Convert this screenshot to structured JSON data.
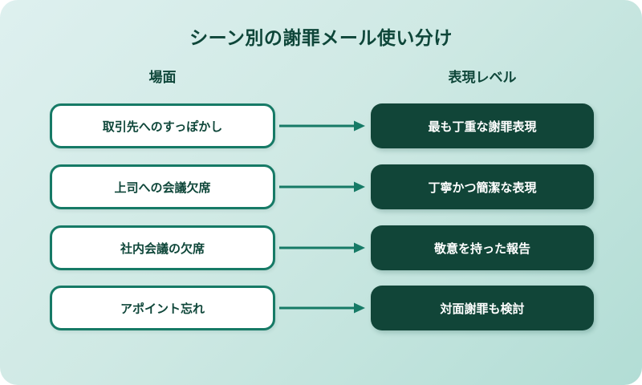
{
  "page": {
    "title": "シーン別の謝罪メール使い分け"
  },
  "columns": {
    "scene_header": "場面",
    "level_header": "表現レベル"
  },
  "rows": [
    {
      "scene": "取引先へのすっぽかし",
      "level": "最も丁重な謝罪表現"
    },
    {
      "scene": "上司への会議欠席",
      "level": "丁寧かつ簡潔な表現"
    },
    {
      "scene": "社内会議の欠席",
      "level": "敬意を持った報告"
    },
    {
      "scene": "アポイント忘れ",
      "level": "対面謝罪も検討"
    }
  ],
  "icons": {
    "arrow_right": "arrow-right-icon"
  },
  "colors": {
    "background_gradient_start": "#def0ef",
    "background_gradient_end": "#b2ddd5",
    "accent_teal": "#167a66",
    "dark_green_box": "#114538",
    "text_dark_green": "#0e4639",
    "scene_box_background": "#ffffff",
    "level_box_text": "#ffffff"
  }
}
